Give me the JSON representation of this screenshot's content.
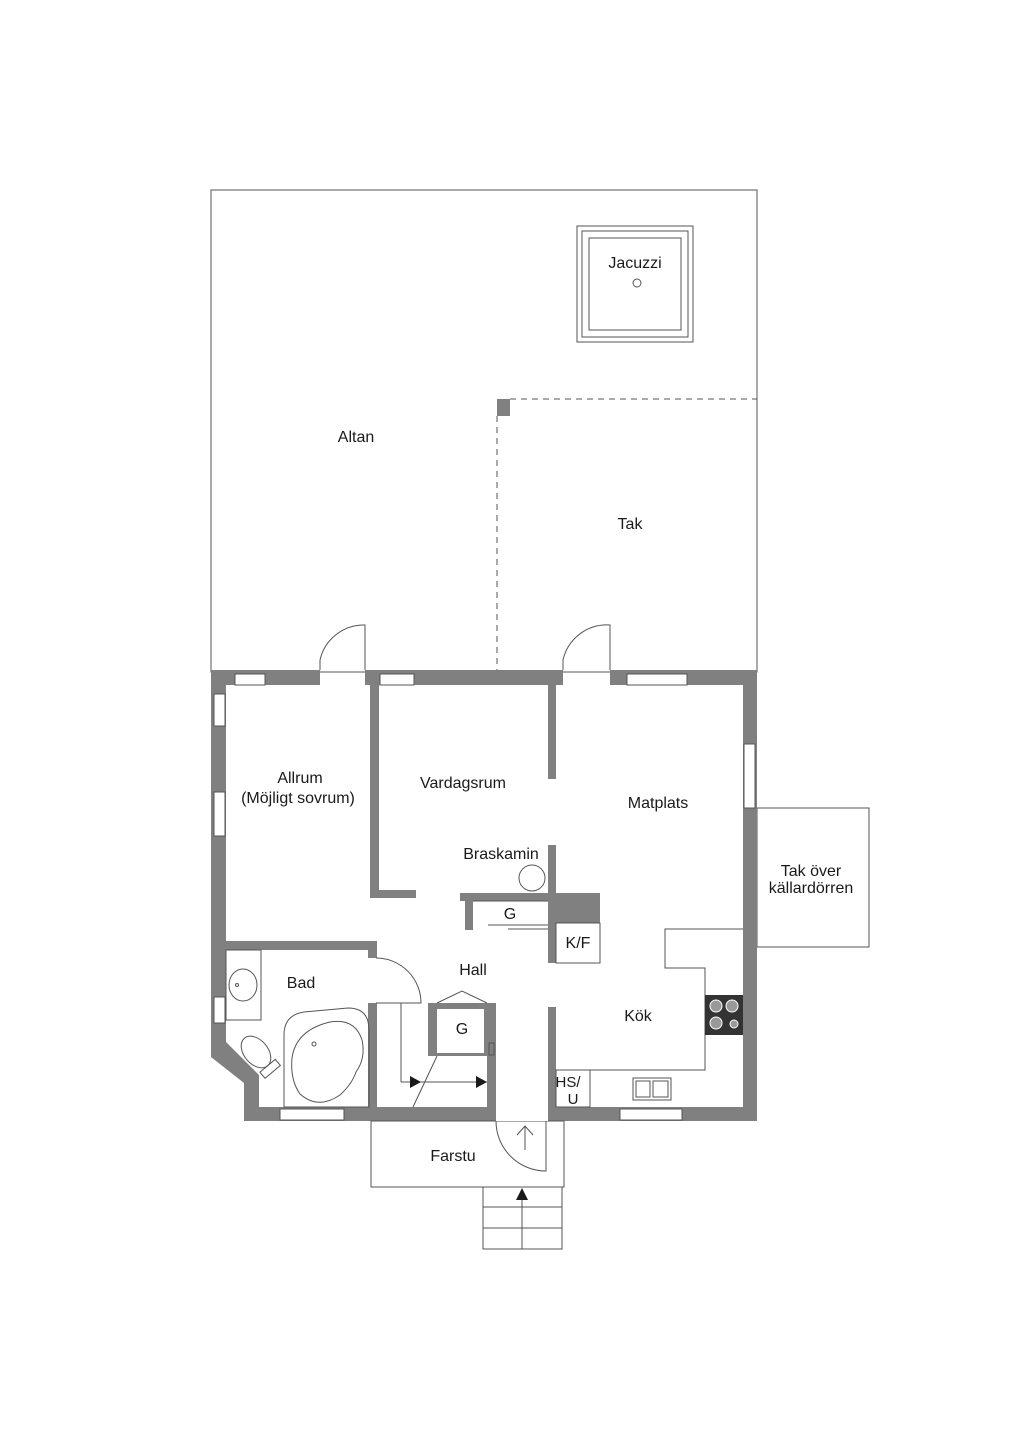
{
  "rooms": {
    "jacuzzi": "Jacuzzi",
    "altan": "Altan",
    "tak": "Tak",
    "allrum": "Allrum",
    "allrum_note": "(Möjligt sovrum)",
    "vardagsrum": "Vardagsrum",
    "matplats": "Matplats",
    "braskamin": "Braskamin",
    "tak_over_line1": "Tak över",
    "tak_over_line2": "källardörren",
    "g_upper": "G",
    "kf": "K/F",
    "bad": "Bad",
    "hall": "Hall",
    "g_lower": "G",
    "kok": "Kök",
    "hsu_line1": "HS/",
    "hsu_line2": "U",
    "farstu": "Farstu"
  },
  "colors": {
    "wall": "#808080",
    "line": "#555555",
    "background": "#ffffff"
  }
}
